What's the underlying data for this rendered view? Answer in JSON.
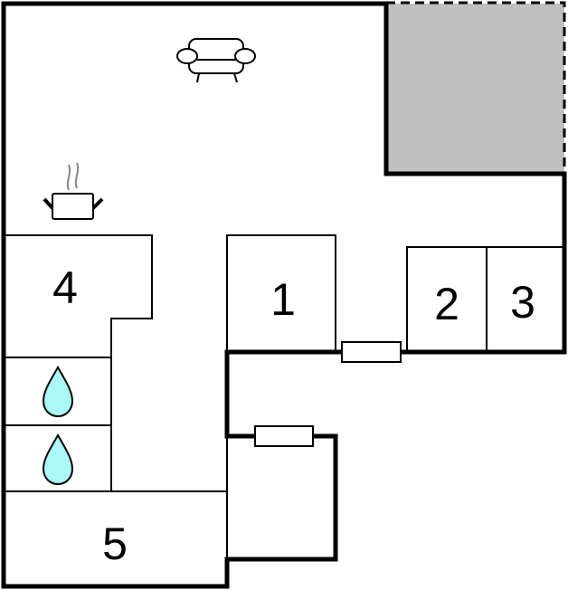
{
  "floorplan": {
    "rooms": [
      {
        "id": "room-1",
        "label": "1"
      },
      {
        "id": "room-2",
        "label": "2"
      },
      {
        "id": "room-3",
        "label": "3"
      },
      {
        "id": "room-4",
        "label": "4"
      },
      {
        "id": "room-5",
        "label": "5"
      }
    ],
    "icons": [
      "sofa-icon",
      "cooking-pot-icon",
      "water-drop-icon",
      "water-drop-icon"
    ],
    "colors": {
      "wall": "#000000",
      "terrace": "#c0c0c0",
      "water": "#aaf8f8",
      "steam": "#888888"
    }
  }
}
